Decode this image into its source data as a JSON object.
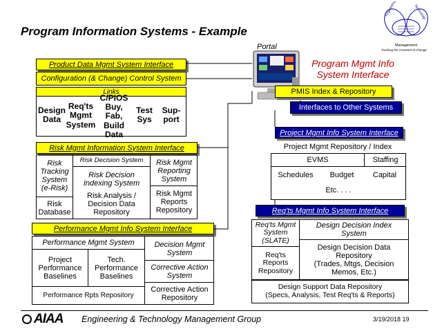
{
  "title": "Program Information Systems - Example",
  "logo": {
    "petal_labels": [
      "Engineering",
      "Technology"
    ],
    "caption_line1": "Management",
    "caption_line2": "Tracking the Constant of Change"
  },
  "portal": {
    "label": "Portal"
  },
  "program_interface": {
    "line1": "Program Mgmt Info",
    "line2": "System Interface"
  },
  "pmis": {
    "index": "PMIS Index & Repository",
    "interfaces": "Interfaces to Other Systems"
  },
  "product_data": {
    "header": "Product Data Mgmt System Interface",
    "config": "Configuration (& Change) Control System",
    "links": "Links",
    "design_data": [
      "Design",
      "Data"
    ],
    "reqts": [
      "Req'ts",
      "Mgmt",
      "System"
    ],
    "cpios": [
      "C/PIOS",
      "Buy, Fab,",
      "Build",
      "Data"
    ],
    "test": [
      "Test",
      "Sys"
    ],
    "support": [
      "Sup-",
      "port"
    ]
  },
  "risk": {
    "header": "Risk Mgmt Information System Interface",
    "tracking": [
      "Risk",
      "Tracking",
      "System",
      "(e-Risk)"
    ],
    "database": [
      "Risk",
      "Database"
    ],
    "decision_system": "Risk Decision System",
    "decision_indexing": [
      "Risk Decision",
      "Indexing System"
    ],
    "analysis": [
      "Risk Analysis /",
      "Decision Data",
      "Repository"
    ],
    "reporting": [
      "Risk Mgmt",
      "Reporting",
      "System"
    ],
    "reports_repo": [
      "Risk Mgmt",
      "Reports",
      "Repository"
    ]
  },
  "performance": {
    "header": "Performance Mgmt Info System Interface",
    "system": "Performance Mgmt System",
    "project_baselines": [
      "Project",
      "Performance",
      "Baselines"
    ],
    "tech_baselines": [
      "Tech.",
      "Performance",
      "Baselines"
    ],
    "rpts_repo": "Performance Rpts Repository",
    "decision_system": [
      "Decision Mgmt",
      "System"
    ],
    "corrective_system": [
      "Corrective Action",
      "System"
    ],
    "corrective_repo": [
      "Corrective Action",
      "Repository"
    ]
  },
  "project": {
    "header": "Project Mgmt Info System Interface",
    "repo": "Project Mgmt Repository / Index",
    "evms": "EVMS",
    "staffing": "Staffing",
    "schedules": "Schedules",
    "budget": "Budget",
    "capital": "Capital",
    "etc": "Etc. . . ."
  },
  "reqts": {
    "header": "Req'ts Mgmt Info System Interface",
    "system": [
      "Req'ts Mgmt",
      "System",
      "(SLATE)"
    ],
    "reports_repo": [
      "Req'ts",
      "Reports",
      "Repository"
    ],
    "design_index": [
      "Design Decision Index",
      "System"
    ],
    "design_repo": [
      "Design Decision Data",
      "Repository",
      "(Trades, Mtgs, Decision",
      "Memos, Etc.)"
    ],
    "support_repo": [
      "Design Support Data Repository",
      "(Specs, Analysis, Test Req'ts & Reports)"
    ]
  },
  "footer": {
    "aiaa": "AIAA",
    "group": "Engineering & Technology Management Group",
    "date": "3/19/2018 19"
  },
  "colors": {
    "yellow": "#ffff00",
    "navy": "#000099",
    "shadow": "#777777"
  }
}
